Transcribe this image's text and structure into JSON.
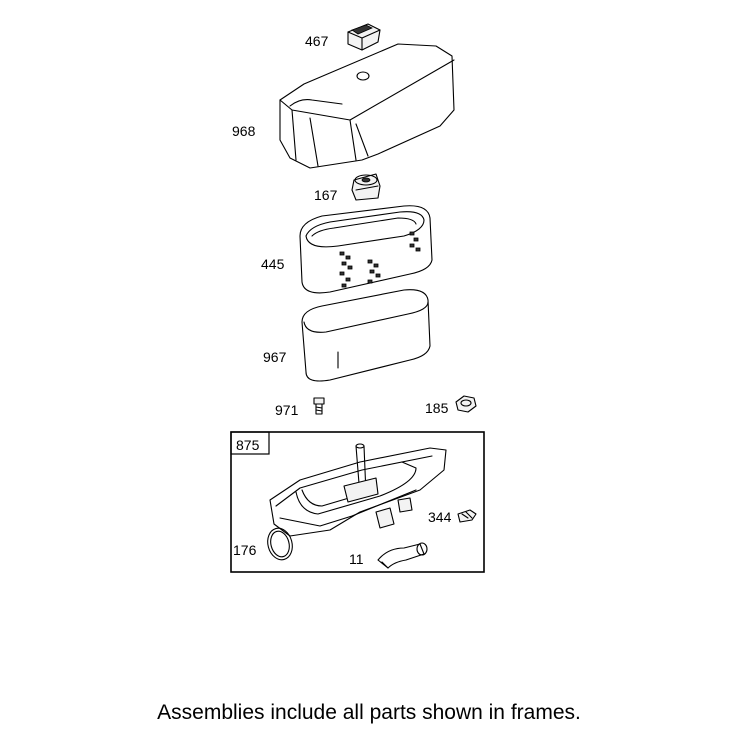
{
  "parts": [
    {
      "id": "467",
      "name": "knob"
    },
    {
      "id": "968",
      "name": "air-cleaner-cover"
    },
    {
      "id": "167",
      "name": "seal-grommet"
    },
    {
      "id": "445",
      "name": "air-filter-cartridge"
    },
    {
      "id": "967",
      "name": "pre-cleaner"
    },
    {
      "id": "971",
      "name": "screw"
    },
    {
      "id": "185",
      "name": "nut"
    },
    {
      "id": "875",
      "name": "base-assembly-frame"
    },
    {
      "id": "344",
      "name": "screw"
    },
    {
      "id": "176",
      "name": "gasket"
    },
    {
      "id": "11",
      "name": "breather-tube"
    }
  ],
  "footer": "Assemblies include all parts shown in frames."
}
